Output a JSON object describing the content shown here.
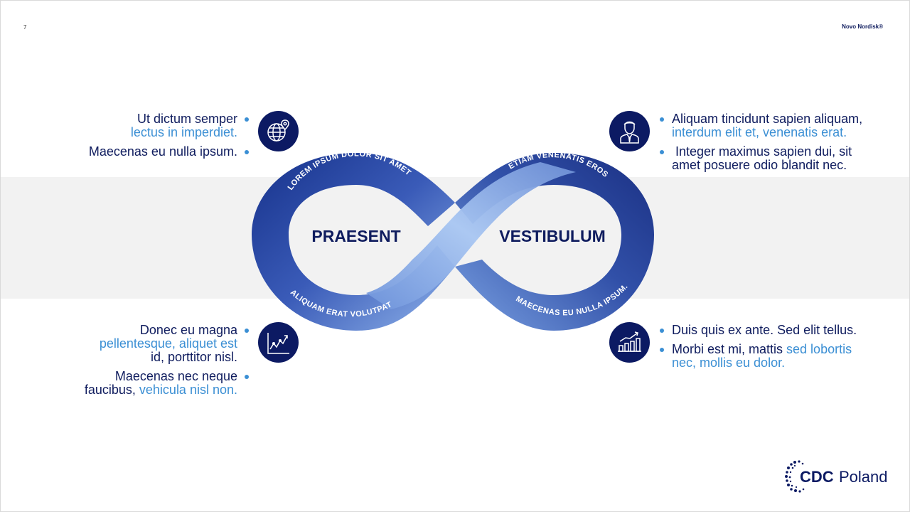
{
  "header": {
    "page_number": "7",
    "brand": "Novo Nordisk®"
  },
  "diagram": {
    "left_loop_label": "PRAESENT",
    "right_loop_label": "VESTIBULUM",
    "arc_top_left": "LOREM IPSUM DOLOR SIT AMET",
    "arc_top_right": "ETIAM VENENATIS EROS",
    "arc_bottom_left": "ALIQUAM ERAT VOLUTPAT",
    "arc_bottom_right": "MAECENAS EU NULLA IPSUM."
  },
  "icons": {
    "top_left": "globe-location-icon",
    "top_right": "businessman-icon",
    "bottom_left": "line-chart-icon",
    "bottom_right": "bar-chart-growth-icon"
  },
  "blocks": {
    "top_left": {
      "item1_line1": "Ut dictum semper",
      "item1_line2": "lectus in imperdiet.",
      "item2": "Maecenas eu nulla ipsum."
    },
    "top_right": {
      "item1_line1": "Aliquam tincidunt sapien aliquam,",
      "item1_line2": "interdum elit et, venenatis erat.",
      "item2_line1": " Integer maximus sapien dui, sit",
      "item2_line2": "amet posuere odio blandit nec."
    },
    "bottom_left": {
      "item1_line1": "Donec eu magna",
      "item1_line2": "pellentesque, aliquet est",
      "item1_line3": "id, porttitor nisl.",
      "item2_line1": "Maecenas nec neque",
      "item2_line2_dark": "faucibus, ",
      "item2_line2_light": "vehicula nisl non."
    },
    "bottom_right": {
      "item1": "Duis quis ex ante. Sed elit tellus.",
      "item2_line1_dark": "Morbi est mi, mattis ",
      "item2_line1_light": "sed lobortis",
      "item2_line2": "nec, mollis eu dolor."
    }
  },
  "logo": {
    "part1": "CDC",
    "part2": "Poland"
  },
  "colors": {
    "navy": "#0c1a63",
    "accent": "#3b8fd4",
    "band": "#f2f2f2"
  }
}
